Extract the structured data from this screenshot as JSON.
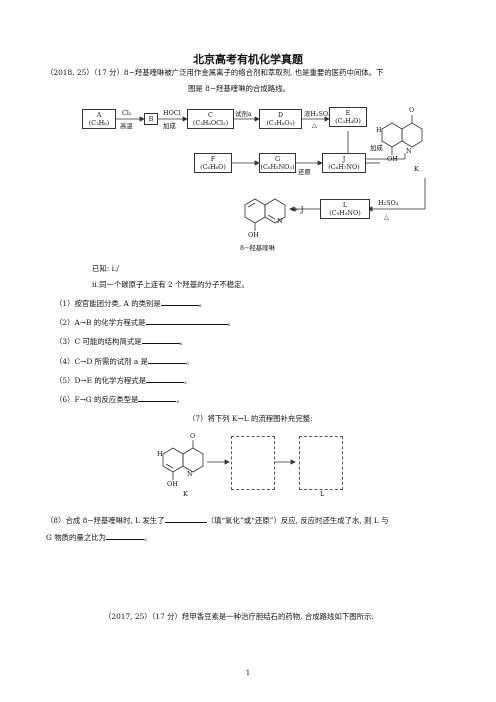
{
  "doc": {
    "title": "北京高考有机化学真题",
    "intro_line1": "（2018, 25）（17 分）8−羟基喹啉被广泛用作金属离子的络合剂和萃取剂, 也是重要的医药中间体。下",
    "intro_line2": "图是 8−羟基喹啉的合成路线。",
    "known_1": "已知: i./",
    "known_2": "ii.同一个碳原子上连有 2 个羟基的分子不稳定。",
    "q1": "（1）按官能团分类, A 的类别是",
    "q2": "（2）A→B 的化学方程式是",
    "q3": "（3）C 可能的结构简式是",
    "q4": "（4）C→D 所需的试剂 a 是",
    "q5": "（5）D→E 的化学方程式是",
    "q6": "（6）F→G 的反应类型是",
    "q7": "（7）将下列 K→L 的流程图补充完整:",
    "q8_line1": "（8）合成 8−羟基喹啉时, L 发生了",
    "q8_mid": "（填“氧化”或“还原”）反应, 反应时还生成了水, 则 L 与",
    "q8_line2": "G 物质的量之比为",
    "next_intro": "（2017, 25）（17 分）羟甲香豆素是一种治疗胆结石的药物, 合成路线如下图所示:",
    "page_number": "1",
    "period": "。"
  },
  "scheme": {
    "A": [
      "A",
      "(C₃H₆)"
    ],
    "B": [
      "B"
    ],
    "C": [
      "C",
      "(C₃H₆OCl₂)"
    ],
    "D": [
      "D",
      "(C₃H₈O₃)"
    ],
    "E": [
      "E",
      "(C₃H₄O)"
    ],
    "F": [
      "F",
      "(C₆H₆O)"
    ],
    "G": [
      "G",
      "(C₆H₅NO₃)"
    ],
    "J": [
      "J",
      "(C₆H₇NO)"
    ],
    "L": [
      "L",
      "(C₉H₉NO)"
    ],
    "K_label": "K",
    "cond_cl2": "Cl₂",
    "cond_heat": "高温",
    "cond_hocl": "HOCl",
    "cond_add1": "加成",
    "cond_reagent_a": "试剂a",
    "cond_h2so4_1": "浓H₂SO₄",
    "cond_delta": "△",
    "cond_add2": "加成",
    "cond_reduce": "还原",
    "cond_h2so4_2": "H₂SO₄",
    "plus_j": "+ J",
    "product_name": "8−羟基喹啉",
    "k_o": "O",
    "k_h": "H",
    "k_oh": "OH",
    "k_n": "N"
  },
  "kl_flow": {
    "k_label": "K",
    "l_label": "L"
  }
}
